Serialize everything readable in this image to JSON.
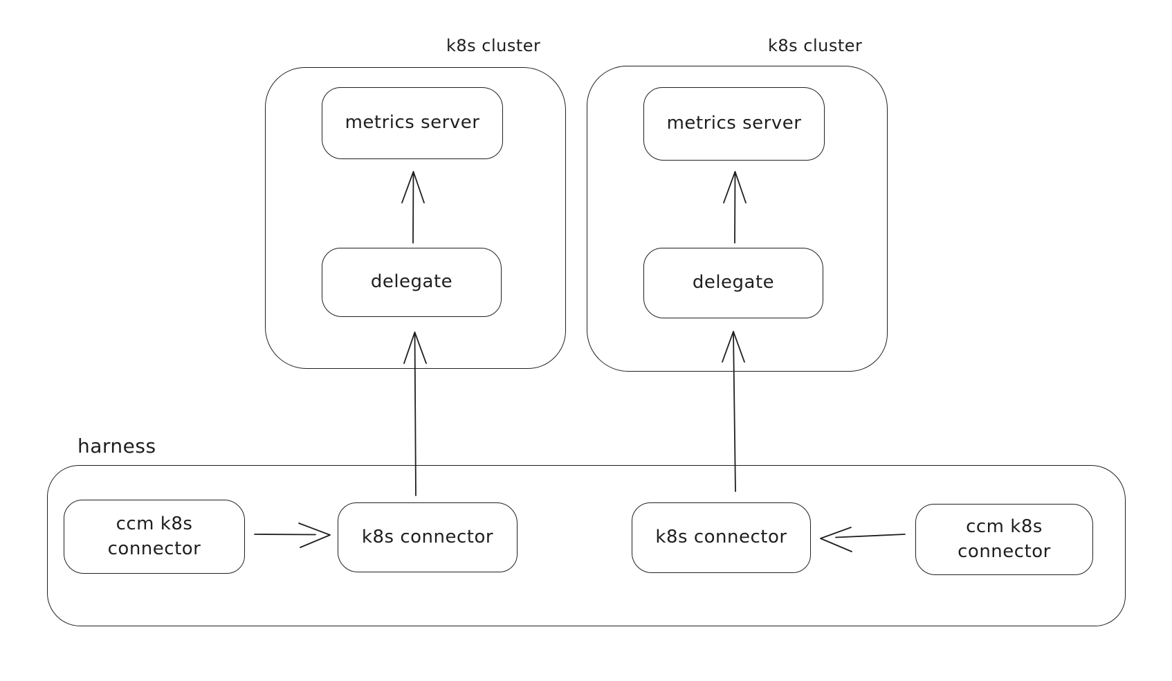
{
  "diagram": {
    "background": "#ffffff",
    "stroke_color": "#1e1e1e",
    "clusters": [
      {
        "label": "k8s cluster",
        "metrics_server": "metrics server",
        "delegate": "delegate"
      },
      {
        "label": "k8s cluster",
        "metrics_server": "metrics server",
        "delegate": "delegate"
      }
    ],
    "harness": {
      "label": "harness",
      "ccm_left": {
        "line1": "ccm k8s",
        "line2": "connector"
      },
      "k8s_left": "k8s connector",
      "k8s_right": "k8s connector",
      "ccm_right": {
        "line1": "ccm k8s",
        "line2": "connector"
      }
    },
    "edges": [
      {
        "id": "delegate-to-metrics-left",
        "from": "delegate (left k8s cluster)",
        "to": "metrics server (left k8s cluster)"
      },
      {
        "id": "delegate-to-metrics-right",
        "from": "delegate (right k8s cluster)",
        "to": "metrics server (right k8s cluster)"
      },
      {
        "id": "k8s-connector-to-delegate-left",
        "from": "k8s connector (harness, left)",
        "to": "delegate (left k8s cluster)"
      },
      {
        "id": "k8s-connector-to-delegate-right",
        "from": "k8s connector (harness, right)",
        "to": "delegate (right k8s cluster)"
      },
      {
        "id": "ccm-to-k8s-connector-left",
        "from": "ccm k8s connector (harness, left)",
        "to": "k8s connector (harness, left)"
      },
      {
        "id": "ccm-to-k8s-connector-right",
        "from": "ccm k8s connector (harness, right)",
        "to": "k8s connector (harness, right)"
      }
    ]
  }
}
